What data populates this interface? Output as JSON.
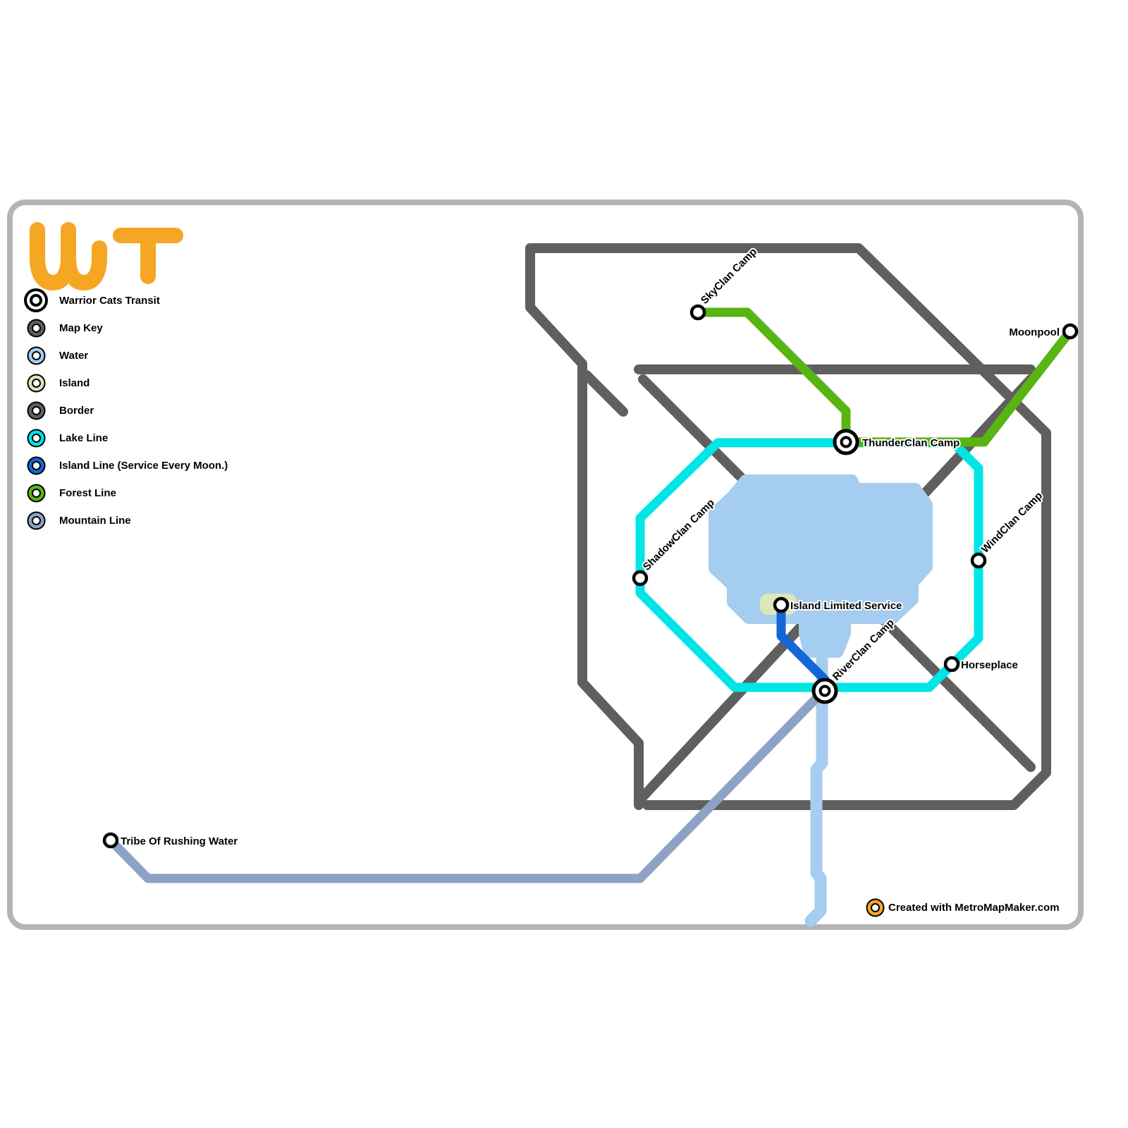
{
  "logo": {
    "text": "WT",
    "color": "#f5a623"
  },
  "legend": {
    "title": {
      "label": "Warrior Cats Transit"
    },
    "items": [
      {
        "label": "Map Key",
        "color": "#5f5f5f"
      },
      {
        "label": "Water",
        "color": "#a5cdf0"
      },
      {
        "label": "Island",
        "color": "#dbe7b6"
      },
      {
        "label": "Border",
        "color": "#5f5f5f"
      },
      {
        "label": "Lake Line",
        "color": "#00e5e5"
      },
      {
        "label": "Island Line (Service Every Moon.)",
        "color": "#1366d6"
      },
      {
        "label": "Forest Line",
        "color": "#58b512"
      },
      {
        "label": "Mountain Line",
        "color": "#8ca3c6"
      }
    ]
  },
  "lines": [
    {
      "name": "Lake Line",
      "color": "#00e5e5"
    },
    {
      "name": "Island Line (Service Every Moon.)",
      "color": "#1366d6"
    },
    {
      "name": "Forest Line",
      "color": "#58b512"
    },
    {
      "name": "Mountain Line",
      "color": "#8ca3c6"
    }
  ],
  "stations": [
    {
      "label": "SkyClan Camp",
      "type": "regular"
    },
    {
      "label": "Moonpool",
      "type": "regular"
    },
    {
      "label": "ThunderClan Camp",
      "type": "transfer"
    },
    {
      "label": "ShadowClan Camp",
      "type": "regular"
    },
    {
      "label": "WindClan Camp",
      "type": "regular"
    },
    {
      "label": "Island Limited Service",
      "type": "regular"
    },
    {
      "label": "RiverClan Camp",
      "type": "transfer"
    },
    {
      "label": "Horseplace",
      "type": "regular"
    },
    {
      "label": "Tribe Of Rushing Water",
      "type": "regular"
    }
  ],
  "attribution": {
    "label": "Created with MetroMapMaker.com"
  }
}
